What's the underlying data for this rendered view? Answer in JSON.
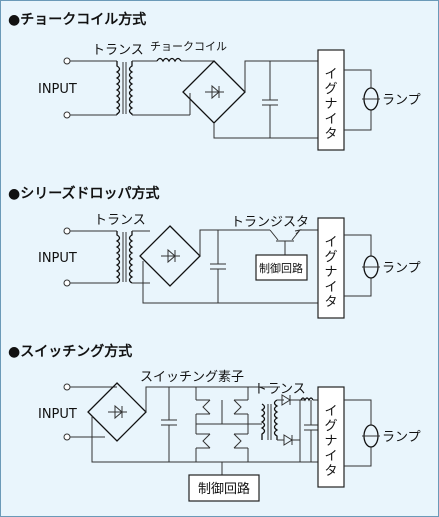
{
  "sections": [
    {
      "title": "●チョークコイル方式",
      "input": "INPUT",
      "transformer": "トランス",
      "choke": "チョークコイル",
      "igniter": "イグナイタ",
      "lamp": "ランプ"
    },
    {
      "title": "●シリーズドロッパ方式",
      "input": "INPUT",
      "transformer": "トランス",
      "transistor": "トランジスタ",
      "control": "制御回路",
      "igniter": "イグナイタ",
      "lamp": "ランプ"
    },
    {
      "title": "●スイッチング方式",
      "input": "INPUT",
      "switching_element": "スイッチング素子",
      "transformer": "トランス",
      "control": "制御回路",
      "igniter": "イグナイタ",
      "lamp": "ランプ"
    }
  ]
}
